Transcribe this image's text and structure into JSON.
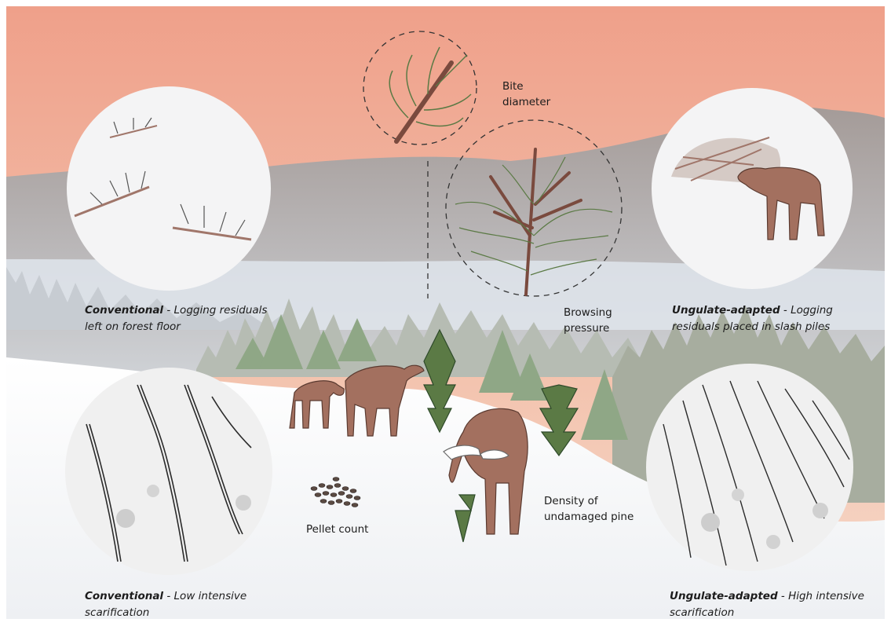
{
  "labels": {
    "conv_residuals_bold": "Conventional",
    "conv_residuals_rest_1": " - Logging residuals",
    "conv_residuals_rest_2": "left on forest floor",
    "ung_residuals_bold": "Ungulate-adapted",
    "ung_residuals_rest_1": " - Logging",
    "ung_residuals_rest_2": "residuals placed in slash piles",
    "conv_scar_bold": "Conventional",
    "conv_scar_rest_1": " - Low intensive",
    "conv_scar_rest_2": "scarification",
    "ung_scar_bold": "Ungulate-adapted",
    "ung_scar_rest_1": " - High intensive",
    "ung_scar_rest_2": "scarification",
    "bite_1": "Bite",
    "bite_2": "diameter",
    "browsing_1": "Browsing",
    "browsing_2": "pressure",
    "pellet": "Pellet count",
    "density_1": "Density of",
    "density_2": "undamaged pine"
  },
  "colors": {
    "sky_top": "#f0a58c",
    "sky_bottom": "#f5d2c0",
    "mountain": "#9a8f8c",
    "fog": "#c9ccd0",
    "lake": "#dde3ea",
    "forest_far": "#a9b2a2",
    "forest_near": "#8ea587",
    "snow": "#f3f4f6",
    "moose": "#a3705f",
    "pine": "#5b7a45",
    "circle_fill": "#f2f2f2"
  }
}
